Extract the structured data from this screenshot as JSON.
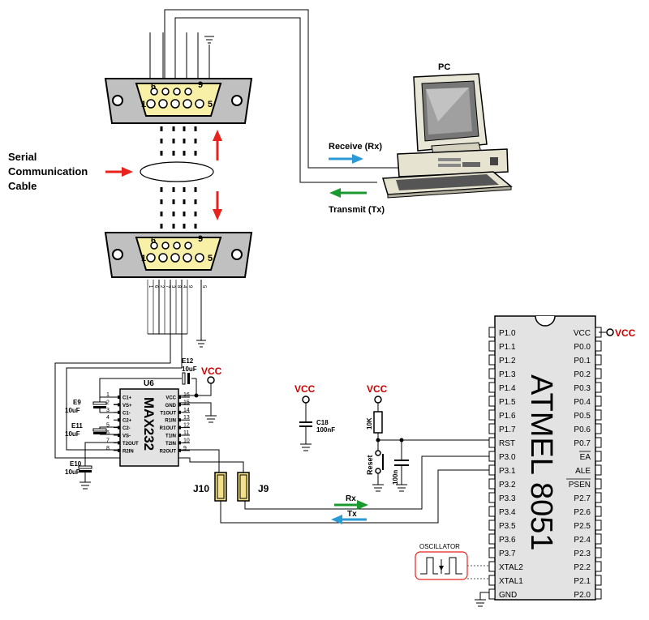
{
  "labels": {
    "pc": "PC",
    "serial_cable": [
      "Serial",
      "Communication",
      "Cable"
    ],
    "receive": "Receive (Rx)",
    "transmit": "Transmit (Tx)",
    "rx": "Rx",
    "tx": "Tx",
    "j10": "J10",
    "j9": "J9",
    "vcc": "VCC",
    "oscillator": "OSCILLATOR",
    "reset": "Reset",
    "r_10k": "10K",
    "c_100n": "100n"
  },
  "db9": {
    "top_row_pins": [
      "6",
      "",
      "",
      "9"
    ],
    "bottom_row_pins": [
      "1",
      "",
      "",
      "",
      "5"
    ]
  },
  "cable_pin_numbers": [
    "1",
    "6",
    "2",
    "7",
    "3",
    "8",
    "4",
    "9",
    "5"
  ],
  "max232": {
    "ref": "U6",
    "name": "MAX232",
    "left_pins": [
      {
        "num": "1",
        "name": "C1+"
      },
      {
        "num": "2",
        "name": "VS+"
      },
      {
        "num": "3",
        "name": "C1-"
      },
      {
        "num": "4",
        "name": "C2+"
      },
      {
        "num": "5",
        "name": "C2-"
      },
      {
        "num": "6",
        "name": "VS-"
      },
      {
        "num": "7",
        "name": "T2OUT"
      },
      {
        "num": "8",
        "name": "R2IN"
      }
    ],
    "right_pins": [
      {
        "num": "16",
        "name": "VCC"
      },
      {
        "num": "15",
        "name": "GND"
      },
      {
        "num": "14",
        "name": "T1OUT"
      },
      {
        "num": "13",
        "name": "R1IN"
      },
      {
        "num": "12",
        "name": "R1OUT"
      },
      {
        "num": "11",
        "name": "T1IN"
      },
      {
        "num": "10",
        "name": "T2IN"
      },
      {
        "num": "9",
        "name": "R2OUT"
      }
    ]
  },
  "capacitors": {
    "e9": [
      "E9",
      "10uF"
    ],
    "e10": [
      "E10",
      "10uF"
    ],
    "e11": [
      "E11",
      "10uF"
    ],
    "e12": [
      "E12",
      "10uF"
    ],
    "c18": [
      "C18",
      "100nF"
    ]
  },
  "mcu": {
    "name": "ATMEL 8051",
    "left_pins": [
      "P1.0",
      "P1.1",
      "P1.2",
      "P1.3",
      "P1.4",
      "P1.5",
      "P1.6",
      "P1.7",
      "RST",
      "P3.0",
      "P3.1",
      "P3.2",
      "P3.3",
      "P3.4",
      "P3.5",
      "P3.6",
      "P3.7",
      "XTAL2",
      "XTAL1",
      "GND"
    ],
    "right_pins": [
      "VCC",
      "P0.0",
      "P0.1",
      "P0.2",
      "P0.3",
      "P0.4",
      "P0.5",
      "P0.6",
      "P0.7",
      "EA",
      "ALE",
      "PSEN",
      "P2.7",
      "P2.6",
      "P2.5",
      "P2.4",
      "P2.3",
      "P2.2",
      "P2.1",
      "P2.0"
    ]
  },
  "colors": {
    "connector_fill": "#f9f0a8",
    "connector_body": "#c0c0c0",
    "vcc_red": "#cc0000",
    "arrow_red": "#e8221c",
    "arrow_blue": "#2a9ad6",
    "arrow_green": "#1a9a2e",
    "jumper_fill": "#f3e08a",
    "chip_body": "#e3e3e3"
  }
}
